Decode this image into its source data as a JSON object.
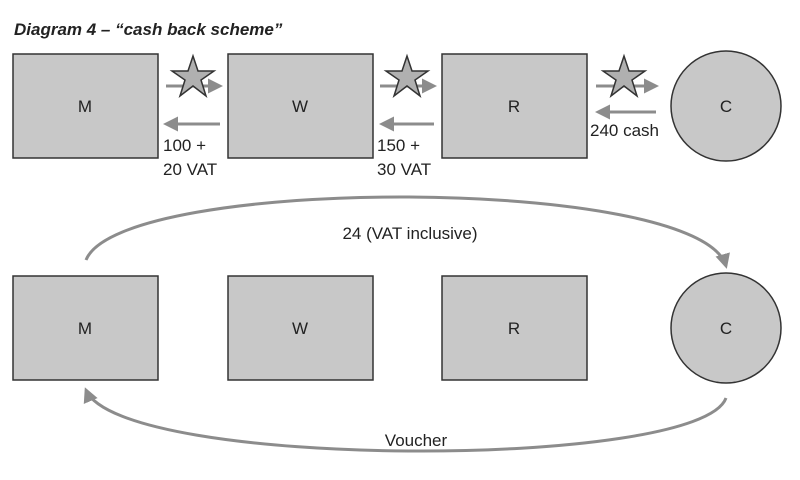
{
  "title": "Diagram 4 – “cash back scheme”",
  "top_row": {
    "nodes": [
      {
        "id": "m",
        "label": "M",
        "shape": "rect"
      },
      {
        "id": "w",
        "label": "W",
        "shape": "rect"
      },
      {
        "id": "r",
        "label": "R",
        "shape": "rect"
      },
      {
        "id": "c",
        "label": "C",
        "shape": "circle"
      }
    ],
    "payments": [
      {
        "from": "W",
        "to": "M",
        "line1": "100 +",
        "line2": "20 VAT"
      },
      {
        "from": "R",
        "to": "W",
        "line1": "150 +",
        "line2": "30 VAT"
      },
      {
        "from": "C",
        "to": "R",
        "line1": "240 cash",
        "line2": ""
      }
    ],
    "goods_marker": "star-icon"
  },
  "bottom_row": {
    "nodes": [
      {
        "id": "m",
        "label": "M",
        "shape": "rect"
      },
      {
        "id": "w",
        "label": "W",
        "shape": "rect"
      },
      {
        "id": "r",
        "label": "R",
        "shape": "rect"
      },
      {
        "id": "c",
        "label": "C",
        "shape": "circle"
      }
    ],
    "cashback_label": "24 (VAT inclusive)",
    "voucher_label": "Voucher"
  },
  "colors": {
    "node_fill": "#c8c8c8",
    "node_stroke": "#333333",
    "arrow": "#8c8c8c",
    "star_fill": "#b0b0b0"
  }
}
